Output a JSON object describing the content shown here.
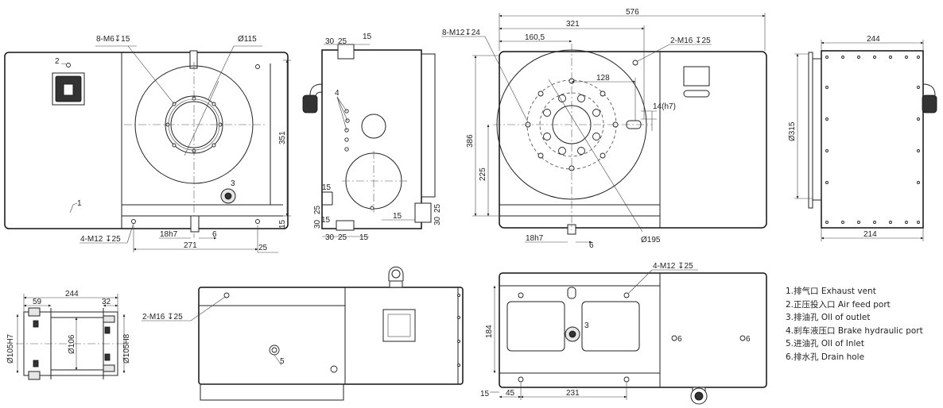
{
  "views": {
    "front": {
      "dims": {
        "top_thread": "8-M6↧15",
        "bore": "Ø115",
        "height": "351",
        "bottom_thread": "4-M12 ↧25",
        "key": "18h7",
        "key_off": "6",
        "base": "271",
        "edge": "25",
        "right15": "15"
      },
      "callouts": [
        "2",
        "3",
        "1"
      ]
    },
    "side": {
      "dims": {
        "a": "30",
        "b": "25",
        "c": "15",
        "d": "15",
        "e": "25",
        "f": "30",
        "g": "15",
        "h": "30",
        "i": "25",
        "j": "15",
        "k": "30",
        "l": "25",
        "m": "15"
      },
      "callout": "4"
    },
    "rear": {
      "dims": {
        "overall": "576",
        "w321": "321",
        "w160": "160,5",
        "thread_top": "8-M12↧24",
        "thread_right": "2-M16 ↧25",
        "d128": "128",
        "key": "14(h7)",
        "h386": "386",
        "h225": "225",
        "bottom_key": "18h7",
        "bottom_off": "6",
        "dia": "Ø195"
      }
    },
    "right": {
      "dims": {
        "width": "244",
        "dia": "Ø315",
        "base": "214"
      }
    },
    "section": {
      "dims": {
        "length": "244",
        "left": "59",
        "right": "32",
        "bore_left": "Ø105H7",
        "bore_mid": "Ø106",
        "bore_right": "Ø105H8"
      }
    },
    "top": {
      "dims": {
        "thread": "2-M16 ↧25"
      },
      "callout": "5"
    },
    "bottom": {
      "dims": {
        "thread": "4-M12 ↧25",
        "h184": "184",
        "d15": "15",
        "d45": "45",
        "d231": "231"
      },
      "callouts": [
        "3",
        "6",
        "6"
      ]
    }
  },
  "legend": [
    "1.排气口 Exhaust vent",
    "2.正压投入口 Air feed port",
    "3.排油孔  Oll of outlet",
    "4.刹车液压口 Brake hydraulic port",
    "5.进油孔 Oll of Inlet",
    "6.排水孔 Drain hole"
  ]
}
